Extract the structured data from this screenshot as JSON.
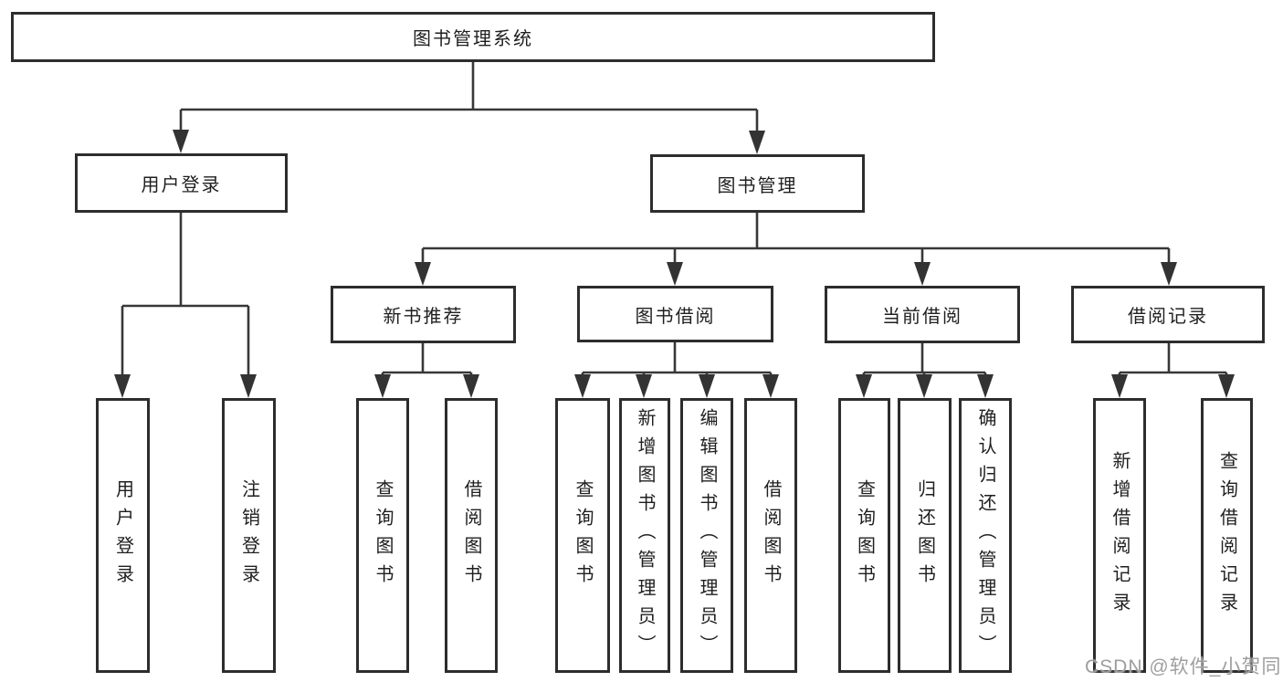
{
  "diagram_type": "hierarchy-tree",
  "tree": {
    "root": {
      "label": "图书管理系统"
    },
    "branches": [
      {
        "label": "用户登录",
        "children": [
          {
            "label": "用户登录"
          },
          {
            "label": "注销登录"
          }
        ]
      },
      {
        "label": "图书管理",
        "sections": [
          {
            "label": "新书推荐",
            "children": [
              {
                "label": "查询图书"
              },
              {
                "label": "借阅图书"
              }
            ]
          },
          {
            "label": "图书借阅",
            "children": [
              {
                "label": "查询图书"
              },
              {
                "label": "新增图书（管理员）"
              },
              {
                "label": "编辑图书（管理员）"
              },
              {
                "label": "借阅图书"
              }
            ]
          },
          {
            "label": "当前借阅",
            "children": [
              {
                "label": "查询图书"
              },
              {
                "label": "归还图书"
              },
              {
                "label": "确认归还（管理员）"
              }
            ]
          },
          {
            "label": "借阅记录",
            "children": [
              {
                "label": "新增借阅记录"
              },
              {
                "label": "查询借阅记录"
              }
            ]
          }
        ]
      }
    ]
  },
  "watermark": "CSDN @软件_小贺同学",
  "colors": {
    "background": "#ffffff",
    "box_fill": "#ffffff",
    "box_border": "#2d2d2d",
    "line": "#383838",
    "text": "#1f1f1f",
    "watermark": "#9e9e9e"
  }
}
